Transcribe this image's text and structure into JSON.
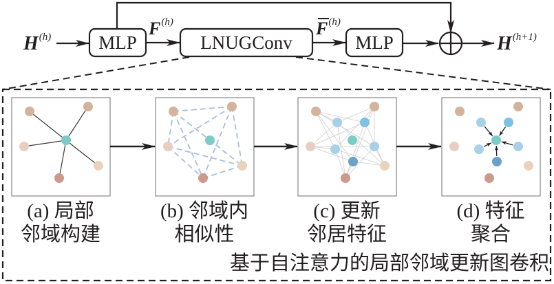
{
  "top_flow": {
    "input": {
      "symbol": "H",
      "superscript": "(h)"
    },
    "mlp1_label": "MLP",
    "feature": {
      "symbol": "F",
      "superscript": "(h)"
    },
    "conv_label": "LNUGConv",
    "feature_bar": {
      "symbol": "F",
      "superscript": "(h)",
      "overline": true
    },
    "mlp2_label": "MLP",
    "sum_operator": "plus-circle",
    "output": {
      "symbol": "H",
      "superscript": "(h+1)"
    }
  },
  "colors": {
    "stroke": "#231f20",
    "panel_border": "#9e9e9e",
    "center_node": "#7ccbc6",
    "neighbor_tan": "#d3b39b",
    "neighbor_light": "#ead2bd",
    "neighbor_pink": "#e6cfc2",
    "neighbor_red": "#cc9a8a",
    "updated_light_blue": "#a6d1e8",
    "updated_blue": "#7ec1e3",
    "updated_dark_blue": "#6aa2c8",
    "similarity_edge": "#a9bedb",
    "attention_edge": "#cccccc"
  },
  "panels": [
    {
      "id": "a",
      "caption_line1": "(a) 局部",
      "caption_line2": "邻域构建"
    },
    {
      "id": "b",
      "caption_line1": "(b) 邻域内",
      "caption_line2": "相似性"
    },
    {
      "id": "c",
      "caption_line1": "(c) 更新",
      "caption_line2": "邻居特征"
    },
    {
      "id": "d",
      "caption_line1": "(d) 特征",
      "caption_line2": "聚合"
    }
  ],
  "module_title": "基于自注意力的局部邻域更新图卷积"
}
